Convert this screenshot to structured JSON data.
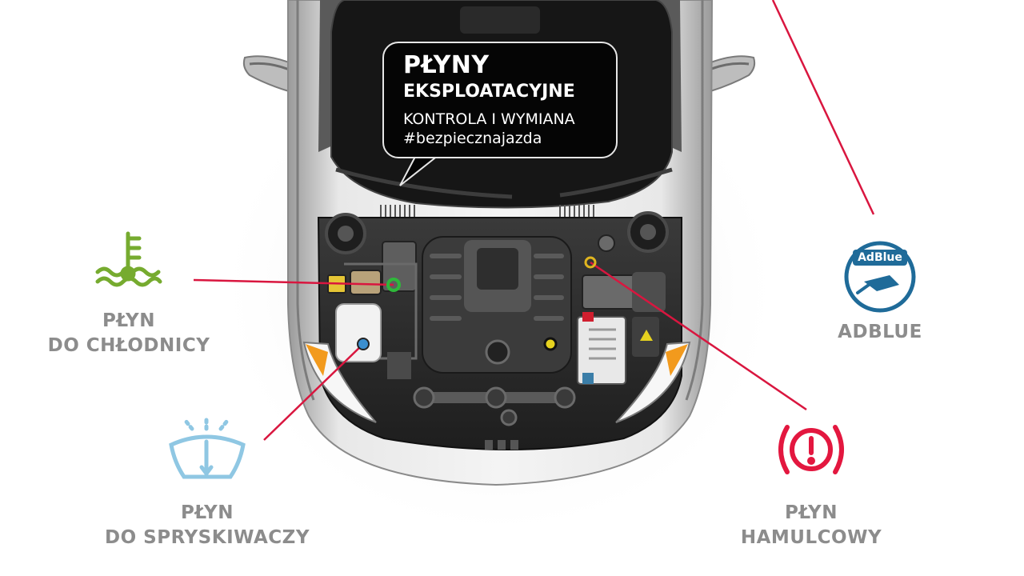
{
  "headline": {
    "line1": "PŁYNY",
    "line2": "EKSPLOATACYJNE",
    "line3": "KONTROLA I WYMIANA",
    "hashtag": "#bezpiecznajazda"
  },
  "items": {
    "coolant": {
      "line1": "PŁYN",
      "line2": "DO CHŁODNICY",
      "color": "#76ab2f",
      "icon": "coolant-temperature-icon"
    },
    "washer": {
      "line1": "PŁYN",
      "line2": "DO SPRYSKIWACZY",
      "color": "#8fc7e3",
      "icon": "windshield-washer-icon"
    },
    "brake": {
      "line1": "PŁYN",
      "line2": "HAMULCOWY",
      "color": "#e3173f",
      "icon": "brake-warning-icon"
    },
    "adblue": {
      "label": "ADBLUE",
      "badge": "AdBlue",
      "color": "#1f6b99",
      "icon": "adblue-icon"
    }
  },
  "colors": {
    "label_gray": "#8c8c8c",
    "pointer_red": "#d9163f",
    "car_silver": "#d4d4d4",
    "engine_bay": "#2b2b2b"
  }
}
